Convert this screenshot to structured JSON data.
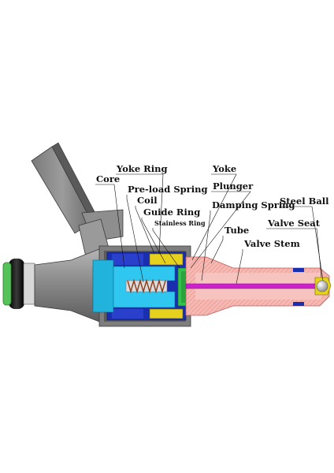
{
  "diagram": {
    "subject": "fuel injector cross-section",
    "labels": {
      "core": "Core",
      "yoke_ring": "Yoke Ring",
      "yoke": "Yoke",
      "preload_spring": "Pre-load Spring",
      "plunger": "Plunger",
      "coil": "Coil",
      "guide_ring": "Guide Ring",
      "damping_spring": "Damping Spring",
      "stainless_ring": "Stainless Ring",
      "steel_ball": "Steel Ball",
      "valve_seat": "Valve Seat",
      "tube": "Tube",
      "valve_stem": "Valve Stem"
    },
    "colors": {
      "body_grey": "#8c8c8c",
      "core_cyan": "#2fc6f0",
      "yoke_blue": "#1a2fb0",
      "coil_yellow": "#e6d21e",
      "plunger_green": "#33c24a",
      "tube_pink": "#f3a9a3",
      "valve_stem_magenta": "#cc22cc",
      "oring_black": "#1b1b1b",
      "inlet_green": "#56c25a"
    }
  }
}
